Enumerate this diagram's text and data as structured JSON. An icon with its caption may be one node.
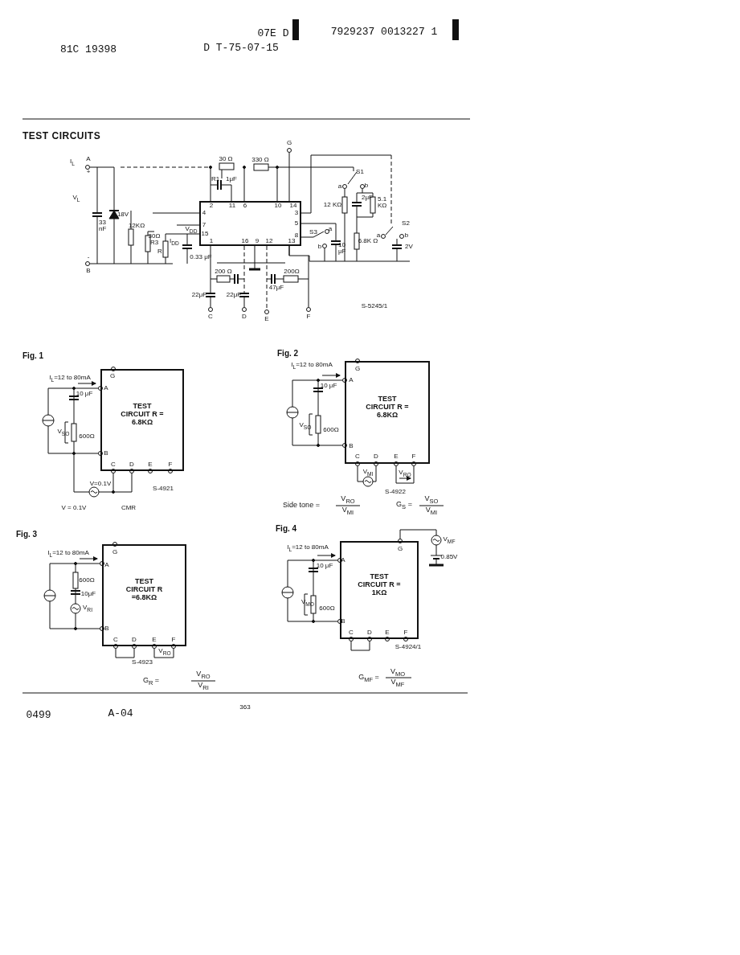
{
  "diagram": {
    "title": "TEST CIRCUITS",
    "nodes": [
      {
        "text": [],
        "shape": "box"
      },
      {
        "text": [
          "TEST CIRCUIT R = 6.8KΩ"
        ]
      },
      {
        "text": [
          "TEST CIRCUIT R = 6.8KΩ"
        ]
      },
      {
        "text": [
          "TEST CIRCUIT R =6.8KΩ"
        ]
      },
      {
        "text": [
          "TEST CIRCUIT R = 1KΩ"
        ]
      }
    ],
    "labels": [
      "07E D",
      "7929237 0013227 1",
      "81C 19398",
      "D T-75-07-15",
      "I$_{L}$",
      "A",
      "+",
      "V$_{L}$",
      "-",
      "B",
      "33 nF",
      "18V",
      "12KΩ",
      "30Ω",
      "R3",
      "R",
      "I$_{DD}$",
      "V$_{DD}$",
      "0.33 μF",
      "30 Ω",
      "R1",
      "1μF",
      "330 Ω",
      "G",
      "S1",
      "a",
      "b",
      "12 KΩ",
      "2μF",
      "5.1 KΩ",
      "6.8K Ω",
      "S2",
      "a",
      "b",
      "2V",
      "S3",
      "a",
      "b",
      "10 μF",
      "2",
      "11",
      "6",
      "10",
      "14",
      "4",
      "7",
      "15",
      "1",
      "16",
      "9",
      "12",
      "13",
      "3",
      "5",
      "8",
      "200 Ω",
      "22μF",
      "22μF",
      "47μF",
      "200Ω",
      "C",
      "D",
      "E",
      "F",
      "S-5245/1",
      "Fig. 1",
      "I$_{L}$=12 to 80mA",
      "G",
      "A",
      "B",
      "10 μF",
      "V$_{SO}$",
      "600Ω",
      "C",
      "D",
      "E",
      "F",
      "V=0.1V",
      "S-4921",
      "V = 0.1V",
      "CMR",
      "Fig. 2",
      "I$_{L}$=12 to 80mA",
      "G",
      "A",
      "B",
      "10 μF",
      "V$_{SO}$",
      "600Ω",
      "C",
      "D",
      "E",
      "F",
      "V$_{MI}$",
      "V$_{RO}$",
      "S-4922",
      "Side tone =",
      "V$_{RO}$",
      "V$_{MI}$",
      "G$_{S}$ =",
      "V$_{SO}$",
      "V$_{MI}$",
      "Fig. 3",
      "I$_{L}$=12 to 80mA",
      "G",
      "A",
      "B",
      "600Ω",
      "10μF",
      "V$_{RI}$",
      "C",
      "D",
      "E",
      "F",
      "V$_{RO}$",
      "S-4923",
      "G$_{R}$ =",
      "V$_{RO}$",
      "V$_{RI}$",
      "Fig. 4",
      "I$_{L}$=12 to 80mA",
      "G",
      "A",
      "B",
      "10 μF",
      "V$_{MO}$",
      "600Ω",
      "C",
      "D",
      "E",
      "F",
      "S-4924/1",
      "V$_{MF}$",
      "0.85V",
      "G$_{MF}$ =",
      "V$_{MO}$",
      "V$_{MF}$",
      "0499",
      "A-04",
      "363"
    ]
  }
}
